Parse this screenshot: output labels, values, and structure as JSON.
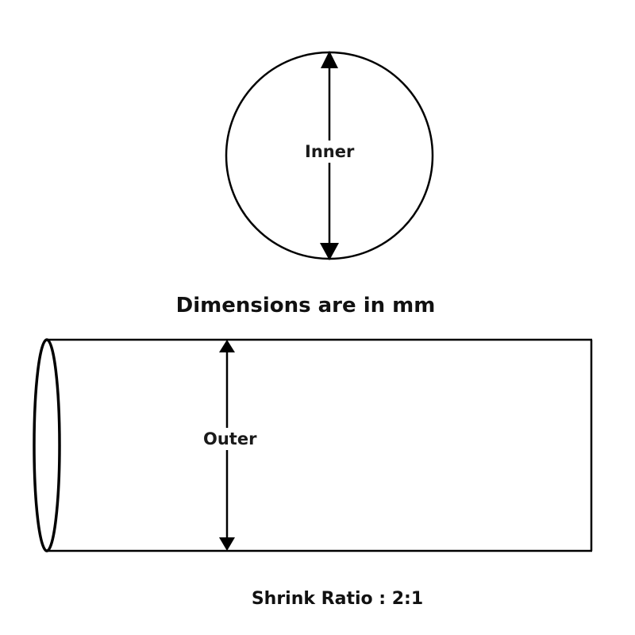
{
  "diagram": {
    "inner_label": "Inner",
    "outer_label": "Outer",
    "units_note": "Dimensions are in mm",
    "shrink_ratio": "Shrink Ratio : 2:1",
    "stroke_color": "#000000",
    "background_color": "#ffffff"
  }
}
